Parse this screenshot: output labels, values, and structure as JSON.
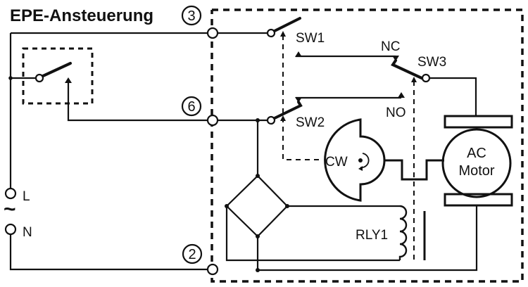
{
  "diagram": {
    "title": "EPE-Ansteuerung",
    "pins": {
      "pin3": "3",
      "pin6": "6",
      "pin2": "2"
    },
    "supply": {
      "line": "L",
      "neutral": "N",
      "ac_symbol": "~"
    },
    "switches": {
      "sw1": "SW1",
      "sw2": "SW2",
      "sw3": "SW3"
    },
    "contacts": {
      "nc": "NC",
      "no": "NO"
    },
    "cam": {
      "label": "CW"
    },
    "motor": {
      "line1": "AC",
      "line2": "Motor"
    },
    "relay": {
      "label": "RLY1"
    }
  }
}
